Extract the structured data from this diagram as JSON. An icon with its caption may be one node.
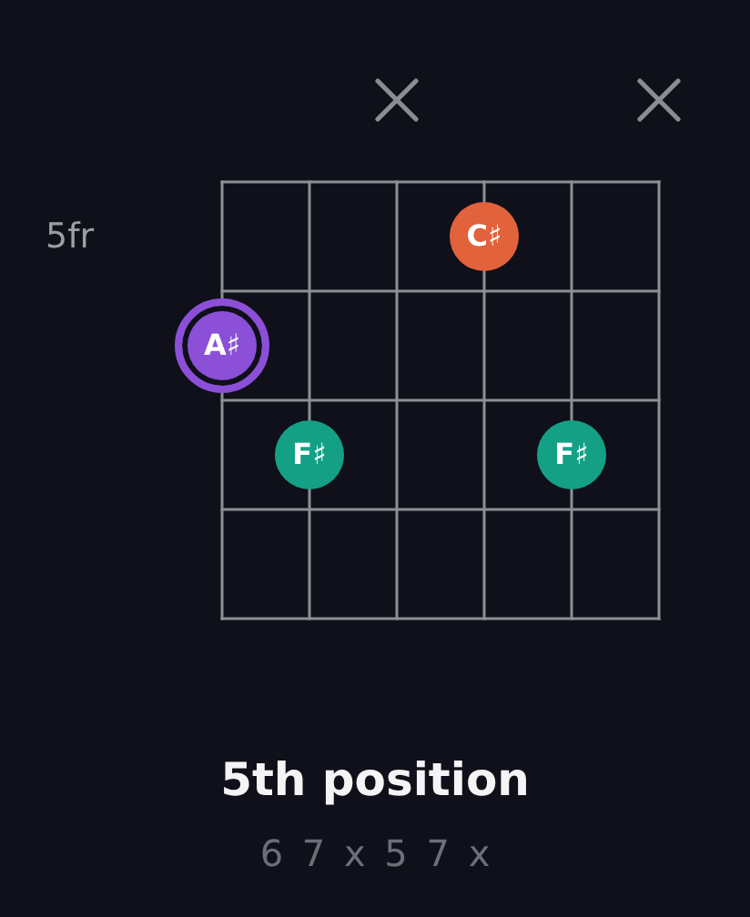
{
  "diagram": {
    "title": "5th position",
    "caption": "6 7 x 5 7 x",
    "nodes": [
      {
        "text": [
          "C♯"
        ]
      },
      {
        "text": [
          "A♯"
        ]
      },
      {
        "text": [
          "F♯"
        ]
      },
      {
        "text": [
          "F♯"
        ]
      }
    ],
    "labels": [
      "5fr"
    ]
  }
}
